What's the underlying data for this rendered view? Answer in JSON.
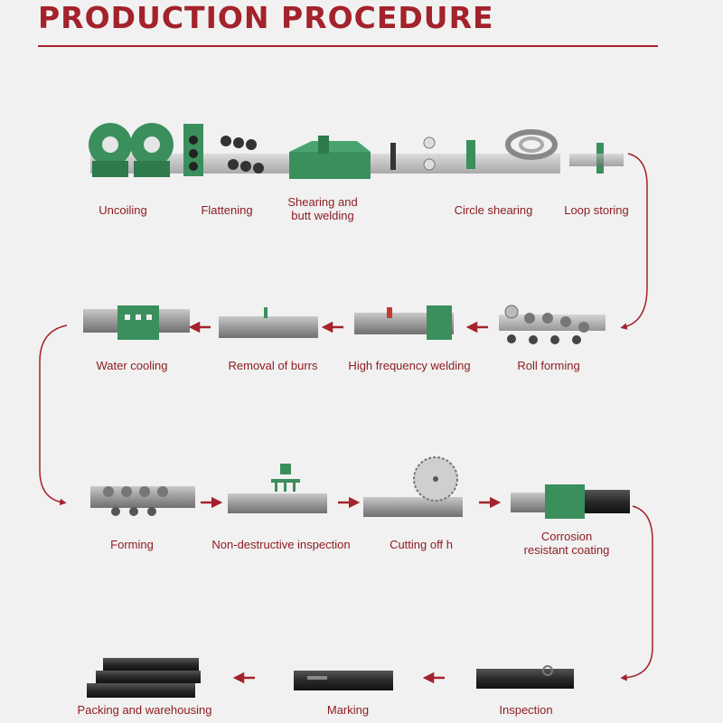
{
  "title": "PRODUCTION PROCEDURE",
  "colors": {
    "accent": "#a3222b",
    "machine_green": "#3a8f5c",
    "steel": "#8a8a8a",
    "background": "#f1f1f1"
  },
  "steps": {
    "uncoiling": "Uncoiling",
    "flattening": "Flattening",
    "shearing_line1": "Shearing and",
    "shearing_line2": "butt welding",
    "circle_shearing": "Circle shearing",
    "loop_storing": "Loop storing",
    "roll_forming": "Roll forming",
    "hf_welding": "High frequency welding",
    "removal_burrs": "Removal of burrs",
    "water_cooling": "Water cooling",
    "forming": "Forming",
    "ndi": "Non-destructive inspection",
    "cutting_off": "Cutting off h",
    "corrosion_line1": "Corrosion",
    "corrosion_line2": "resistant coating",
    "inspection": "Inspection",
    "marking": "Marking",
    "packing": "Packing and warehousing"
  }
}
